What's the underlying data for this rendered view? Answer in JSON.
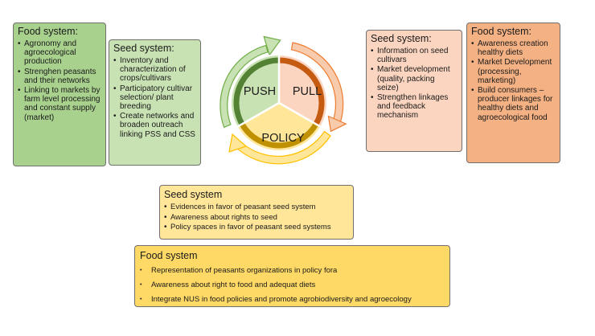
{
  "food_system_left": {
    "title": "Food system:",
    "items": [
      "Agronomy and agroecological production",
      "Strenghen peasants and their networks",
      "Linking to markets by farm level processing and constant supply (market)"
    ]
  },
  "seed_system_left": {
    "title": "Seed system:",
    "items": [
      "Inventory and characterization of crops/cultivars",
      "Participatory cultivar selection/ plant breeding",
      "Create networks and broaden outreach linking PSS and CSS"
    ]
  },
  "seed_system_right": {
    "title": "Seed system:",
    "items": [
      "Information on seed cultivars",
      "Market development (quality, packing seize)",
      "Strengthen linkages and feedback mechanism"
    ]
  },
  "food_system_right": {
    "title": "Food system:",
    "items": [
      "Awareness creation healthy diets",
      "Market Development (processing, marketing)",
      "Build consumers – producer linkages for healthy diets and agroecological food"
    ]
  },
  "cycle": {
    "push": "PUSH",
    "pull": "PULL",
    "policy": "POLICY",
    "colors": {
      "push": "#548235",
      "pull": "#c55a11",
      "policy": "#bf9000"
    }
  },
  "seed_system_bottom": {
    "title": "Seed system",
    "items": [
      "Evidences in  favor of peasant seed system",
      "Awareness about rights to seed",
      "Policy spaces in favor of peasant seed systems"
    ]
  },
  "food_system_bottom": {
    "title": "Food system",
    "items": [
      "Representation of peasants organizations in policy fora",
      "Awareness about right to food and adequat diets",
      "Integrate NUS in food policies and promote agrobiodiversity and agroecology"
    ]
  }
}
